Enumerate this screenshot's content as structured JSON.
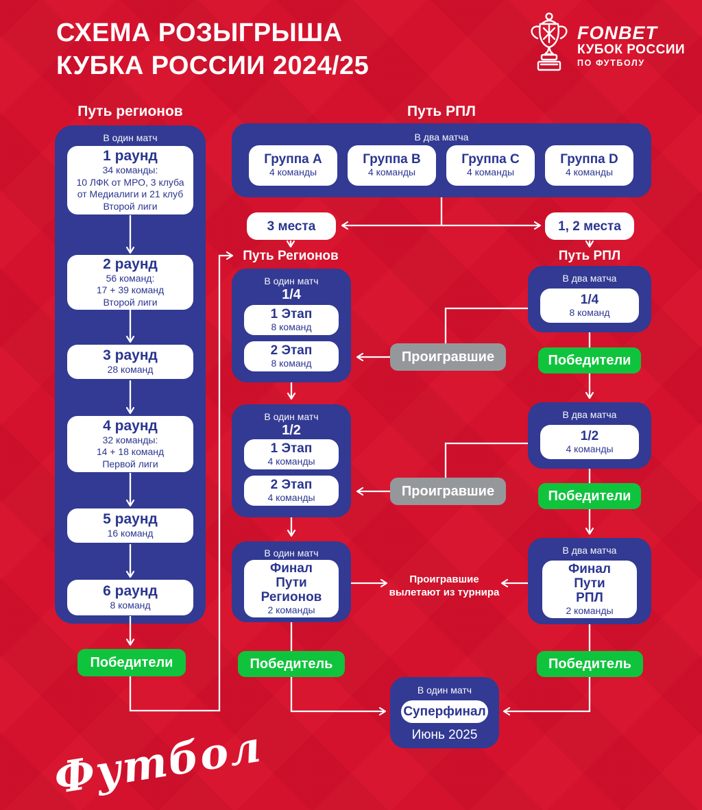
{
  "title_lines": [
    "СХЕМА РОЗЫГРЫША",
    "КУБКА РОССИИ 2024/25"
  ],
  "logo": {
    "brand": "FONBET",
    "tournament": "КУБОК РОССИИ",
    "sport": "ПО ФУТБОЛУ"
  },
  "notes": {
    "single_match": "В один матч",
    "double_match": "В два матча"
  },
  "outcomes": {
    "winners": "Победители",
    "winner": "Победитель",
    "losers": "Проигравшие",
    "losers_note_lines": [
      "Проигравшие",
      "вылетают из турнира"
    ]
  },
  "regions_qualifying": {
    "header": "Путь регионов",
    "rounds": [
      {
        "title": "1 раунд",
        "lines": [
          "34 команды:",
          "10 ЛФК от МРО, 3 клуба",
          "от Медиалиги и 21 клуб",
          "Второй лиги"
        ]
      },
      {
        "title": "2 раунд",
        "lines": [
          "56 команд:",
          "17 + 39 команд",
          "Второй лиги"
        ]
      },
      {
        "title": "3 раунд",
        "lines": [
          "28 команд"
        ]
      },
      {
        "title": "4 раунд",
        "lines": [
          "32 команды:",
          "14 + 18 команд",
          "Первой лиги"
        ]
      },
      {
        "title": "5 раунд",
        "lines": [
          "16 команд"
        ]
      },
      {
        "title": "6 раунд",
        "lines": [
          "8 команд"
        ]
      }
    ]
  },
  "rpl_groups": {
    "header": "Путь РПЛ",
    "groups": [
      {
        "title": "Группа A",
        "subtitle": "4 команды"
      },
      {
        "title": "Группа B",
        "subtitle": "4 команды"
      },
      {
        "title": "Группа C",
        "subtitle": "4 команды"
      },
      {
        "title": "Группа D",
        "subtitle": "4 команды"
      }
    ],
    "third_place": "3 места",
    "top_two_places": "1, 2 места"
  },
  "regions_playoff": {
    "header": "Путь Регионов",
    "quarterfinal": {
      "title": "1/4",
      "stages": [
        {
          "title": "1 Этап",
          "subtitle": "8 команд"
        },
        {
          "title": "2 Этап",
          "subtitle": "8 команд"
        }
      ]
    },
    "semifinal": {
      "title": "1/2",
      "stages": [
        {
          "title": "1 Этап",
          "subtitle": "4 команды"
        },
        {
          "title": "2 Этап",
          "subtitle": "4 команды"
        }
      ]
    },
    "final": {
      "title_lines": [
        "Финал",
        "Пути",
        "Регионов"
      ],
      "subtitle": "2 команды"
    }
  },
  "rpl_playoff": {
    "header": "Путь РПЛ",
    "quarterfinal": {
      "title": "1/4",
      "subtitle": "8 команд"
    },
    "semifinal": {
      "title": "1/2",
      "subtitle": "4 команды"
    },
    "final": {
      "title_lines": [
        "Финал",
        "Пути",
        "РПЛ"
      ],
      "subtitle": "2 команды"
    }
  },
  "superfinal": {
    "title": "Суперфинал",
    "date": "Июнь 2025"
  },
  "footer_logo_text": "Футбол",
  "colors": {
    "background_red": "#D5122D",
    "panel_blue": "#323A93",
    "accent_green": "#0FC43C",
    "neutral_gray": "#95989B",
    "text_blue": "#2A3590",
    "white": "#FFFFFF"
  }
}
